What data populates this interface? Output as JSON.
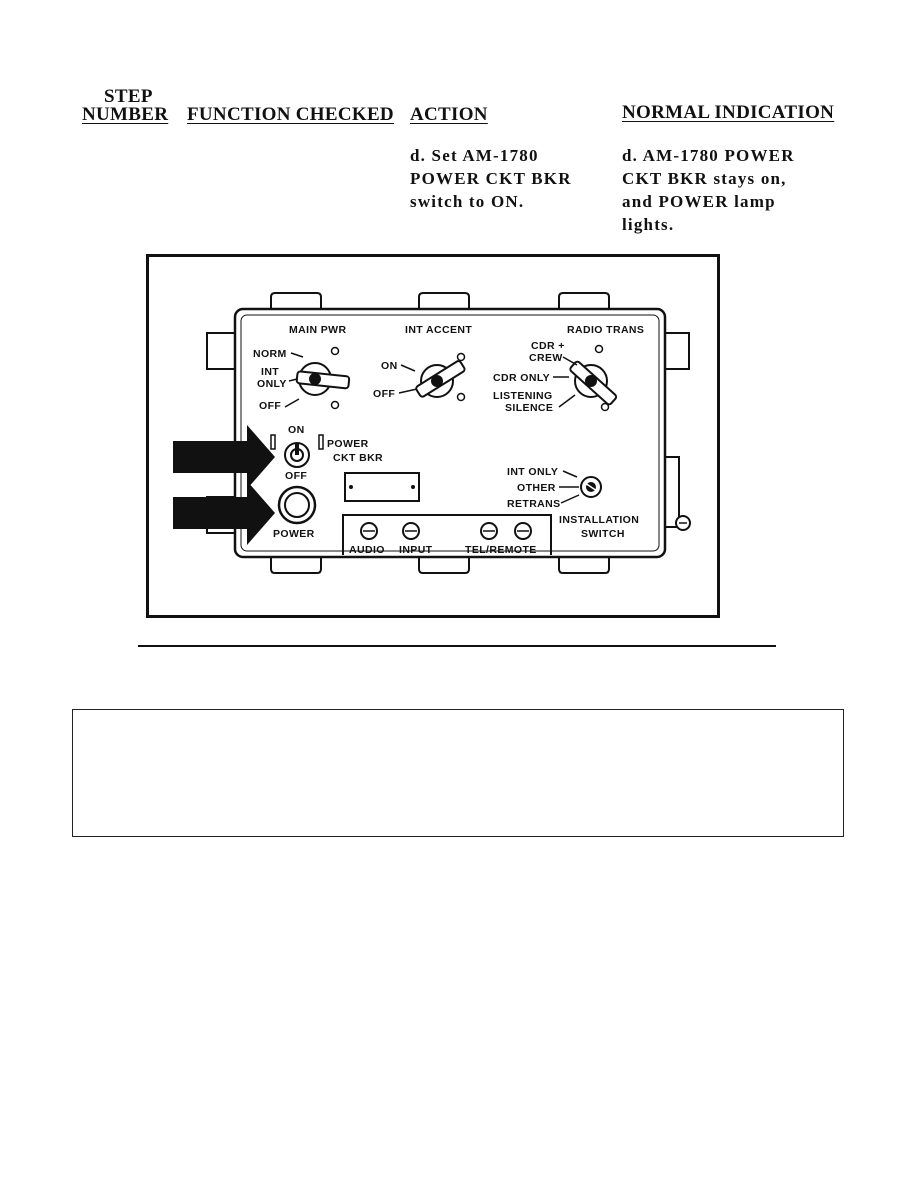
{
  "header": {
    "step_line1": "STEP",
    "step_line2": "NUMBER",
    "function_checked": "FUNCTION CHECKED",
    "action": "ACTION",
    "normal_indication": "NORMAL INDICATION"
  },
  "row": {
    "action_text": "d.  Set AM-1780\nPOWER CKT BKR\nswitch to ON.",
    "indication_text": "d.   AM-1780 POWER\nCKT BKR stays on,\nand POWER lamp\nlights."
  },
  "panel": {
    "main_pwr": "MAIN PWR",
    "int_accent": "INT ACCENT",
    "radio_trans": "RADIO TRANS",
    "norm": "NORM",
    "int": "INT",
    "only": "ONLY",
    "off_main": "OFF",
    "on_accent": "ON",
    "off_accent": "OFF",
    "cdr_plus": "CDR +",
    "crew": "CREW",
    "cdr_only": "CDR ONLY",
    "listening": "LISTENING",
    "silence": "SILENCE",
    "breaker_on": "ON",
    "breaker_off": "OFF",
    "power_ckt": "POWER",
    "ckt_bkr": "CKT BKR",
    "power_lamp": "POWER",
    "int_only_install": "INT ONLY",
    "other": "OTHER",
    "retrans": "RETRANS",
    "installation": "INSTALLATION",
    "switch": "SWITCH",
    "audio": "AUDIO",
    "input": "INPUT",
    "tel_remote": "TEL/REMOTE"
  }
}
